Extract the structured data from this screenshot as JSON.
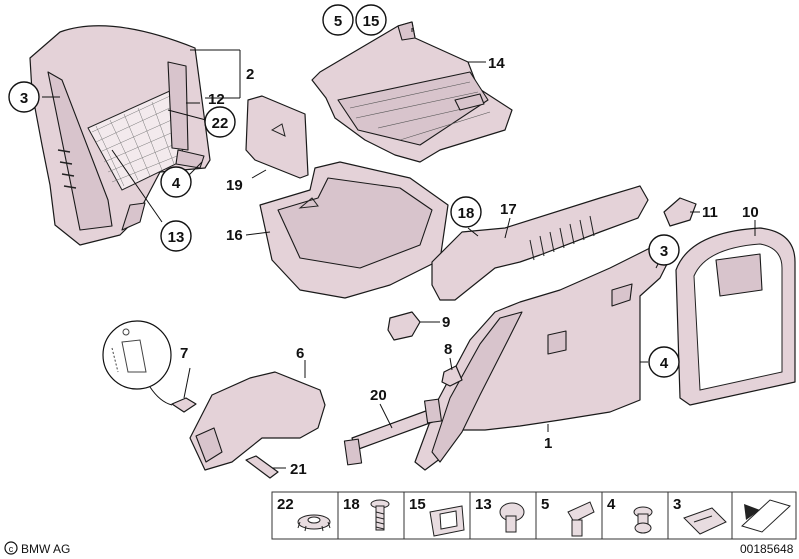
{
  "callouts": {
    "c1": "1",
    "c2": "2",
    "c3a": "3",
    "c3b": "3",
    "c4a": "4",
    "c4b": "4",
    "c5": "5",
    "c6": "6",
    "c7": "7",
    "c8": "8",
    "c9": "9",
    "c10": "10",
    "c11": "11",
    "c12": "12",
    "c13": "13",
    "c14": "14",
    "c15": "15",
    "c16": "16",
    "c17": "17",
    "c18": "18",
    "c19": "19",
    "c20": "20",
    "c21": "21",
    "c22": "22"
  },
  "legend": {
    "items": [
      "22",
      "18",
      "15",
      "13",
      "5",
      "4",
      "3"
    ]
  },
  "footer": {
    "brand": "BMW AG",
    "code": "00185648"
  }
}
